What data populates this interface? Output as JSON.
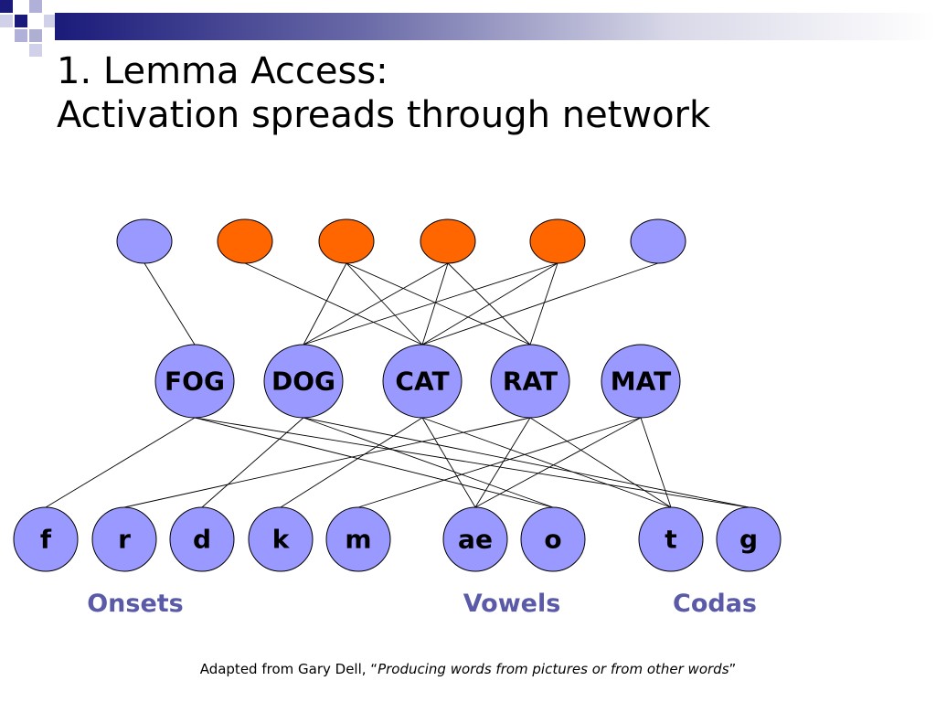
{
  "slide": {
    "title_line1": "1. Lemma Access:",
    "title_line2": "Activation spreads through network"
  },
  "colors": {
    "active": "#ff6600",
    "inactive": "#9999ff",
    "label": "#5a5aa8",
    "edge": "#000000"
  },
  "semantic_nodes": [
    {
      "id": "s1",
      "active": false
    },
    {
      "id": "s2",
      "active": true
    },
    {
      "id": "s3",
      "active": true
    },
    {
      "id": "s4",
      "active": true
    },
    {
      "id": "s5",
      "active": true
    },
    {
      "id": "s6",
      "active": false
    }
  ],
  "lemmas": [
    "FOG",
    "DOG",
    "CAT",
    "RAT",
    "MAT"
  ],
  "phonemes": [
    "f",
    "r",
    "d",
    "k",
    "m",
    "ae",
    "o",
    "t",
    "g"
  ],
  "groups": {
    "onsets": "Onsets",
    "vowels": "Vowels",
    "codas": "Codas"
  },
  "caption": {
    "prefix": "Adapted from Gary Dell, “",
    "title": "Producing words from pictures or from other words",
    "suffix": "”"
  },
  "edges_semantic_lemma": [
    [
      "s1",
      "FOG"
    ],
    [
      "s2",
      "CAT"
    ],
    [
      "s3",
      "DOG"
    ],
    [
      "s3",
      "CAT"
    ],
    [
      "s3",
      "RAT"
    ],
    [
      "s4",
      "DOG"
    ],
    [
      "s4",
      "CAT"
    ],
    [
      "s4",
      "RAT"
    ],
    [
      "s5",
      "DOG"
    ],
    [
      "s5",
      "CAT"
    ],
    [
      "s5",
      "RAT"
    ],
    [
      "s6",
      "CAT"
    ]
  ],
  "edges_lemma_phoneme": [
    [
      "FOG",
      "f"
    ],
    [
      "FOG",
      "o"
    ],
    [
      "FOG",
      "g"
    ],
    [
      "DOG",
      "d"
    ],
    [
      "DOG",
      "o"
    ],
    [
      "DOG",
      "g"
    ],
    [
      "CAT",
      "k"
    ],
    [
      "CAT",
      "ae"
    ],
    [
      "CAT",
      "t"
    ],
    [
      "RAT",
      "r"
    ],
    [
      "RAT",
      "ae"
    ],
    [
      "RAT",
      "t"
    ],
    [
      "MAT",
      "m"
    ],
    [
      "MAT",
      "ae"
    ],
    [
      "MAT",
      "t"
    ]
  ]
}
